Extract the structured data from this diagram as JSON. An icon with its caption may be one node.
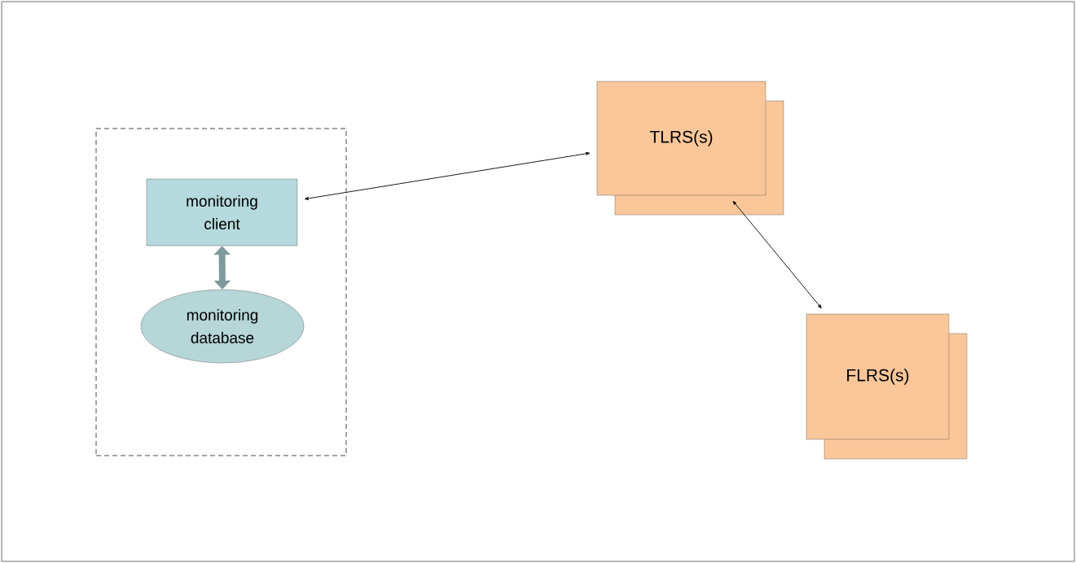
{
  "diagram": {
    "nodes": [
      {
        "text": [],
        "shape": "box"
      },
      {
        "text": [
          "monitoring client"
        ],
        "in": 0
      },
      {
        "text": [
          "monitoring database"
        ],
        "in": 0
      },
      {
        "text": [
          "TLRS(s)"
        ]
      },
      {
        "text": [
          "FLRS(s)"
        ]
      }
    ],
    "edges": [
      {
        "from": 1,
        "to": 3,
        "arrow": "both"
      },
      {
        "from": 3,
        "to": 4,
        "arrow": "both"
      },
      {
        "from": 1,
        "to": 2,
        "arrow": "both",
        "style": "thick",
        "color": "#7f9a9a"
      }
    ]
  }
}
